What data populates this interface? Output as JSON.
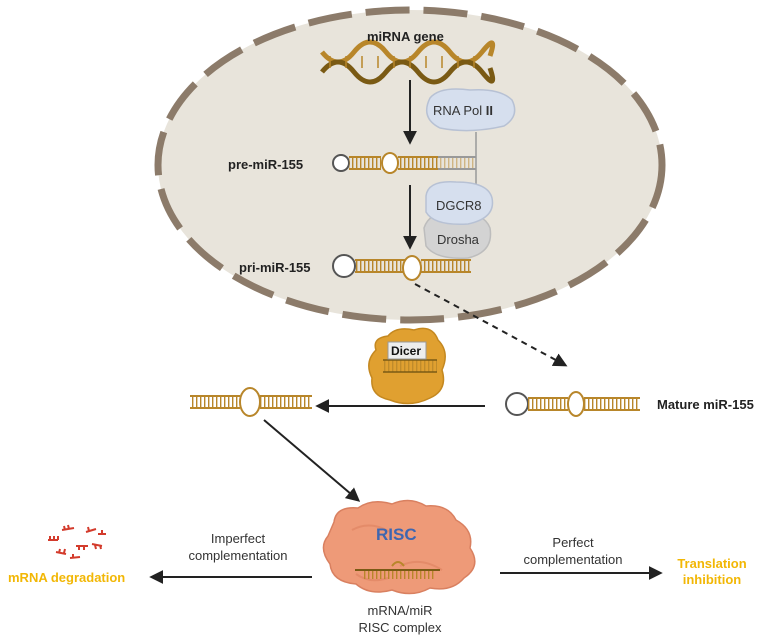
{
  "labels": {
    "mirna_gene": "miRNA gene",
    "rna_pol": "RNA Pol",
    "rna_pol_suffix": "II",
    "pre_mir": "pre-miR-155",
    "dgcr8": "DGCR8",
    "drosha": "Drosha",
    "pri_mir": "pri-miR-155",
    "dicer": "Dicer",
    "mature_mir": "Mature miR-155",
    "risc": "RISC",
    "imperfect_line1": "Imperfect",
    "imperfect_line2": "complementation",
    "perfect_line1": "Perfect",
    "perfect_line2": "complementation",
    "mrna_degradation": "mRNA degradation",
    "translation_line1": "Translation",
    "translation_line2": "inhibition",
    "complex_line1": "mRNA/miR",
    "complex_line2": "RISC complex"
  },
  "colors": {
    "nucleus_fill": "#e8e4db",
    "nucleus_border": "#8c7b6a",
    "rna_gold": "#b8862a",
    "dna_dark": "#7a5a14",
    "protein_blue": "#d6dfee",
    "dicer_orange": "#e0a030",
    "risc_salmon": "#ee9a78",
    "risc_text": "#3e66b0",
    "highlight_yellow": "#f2b705",
    "degradation_red": "#d33b2c",
    "arrow": "#222222"
  }
}
